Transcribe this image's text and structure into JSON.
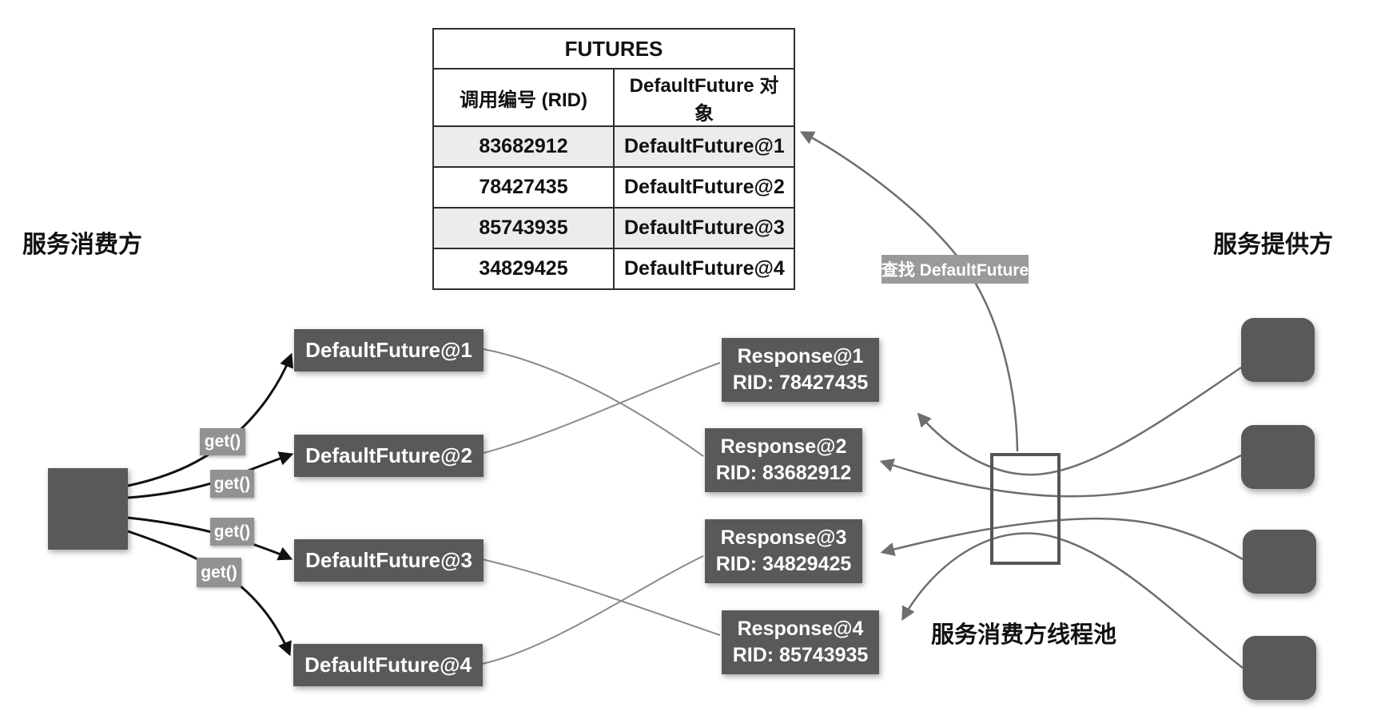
{
  "labels": {
    "consumer": "服务消费方",
    "provider": "服务提供方",
    "thread_pool": "服务消费方线程池",
    "lookup": "查找 DefaultFuture",
    "get": "get()"
  },
  "futures_table": {
    "title": "FUTURES",
    "columns": [
      "调用编号 (RID)",
      "DefaultFuture 对象"
    ],
    "rows": [
      {
        "rid": "83682912",
        "future": "DefaultFuture@1"
      },
      {
        "rid": "78427435",
        "future": "DefaultFuture@2"
      },
      {
        "rid": "85743935",
        "future": "DefaultFuture@3"
      },
      {
        "rid": "34829425",
        "future": "DefaultFuture@4"
      }
    ]
  },
  "futures": [
    {
      "label": "DefaultFuture@1"
    },
    {
      "label": "DefaultFuture@2"
    },
    {
      "label": "DefaultFuture@3"
    },
    {
      "label": "DefaultFuture@4"
    }
  ],
  "responses": [
    {
      "name": "Response@1",
      "rid": "RID: 78427435"
    },
    {
      "name": "Response@2",
      "rid": "RID: 83682912"
    },
    {
      "name": "Response@3",
      "rid": "RID: 34829425"
    },
    {
      "name": "Response@4",
      "rid": "RID: 85743935"
    }
  ],
  "colors": {
    "node_fill": "#595959",
    "label_fill": "#929292",
    "row_shade": "#ececec",
    "line_black": "#111111",
    "line_gray": "#6e6e6e",
    "cross_line_gray": "#8a8a8a"
  }
}
